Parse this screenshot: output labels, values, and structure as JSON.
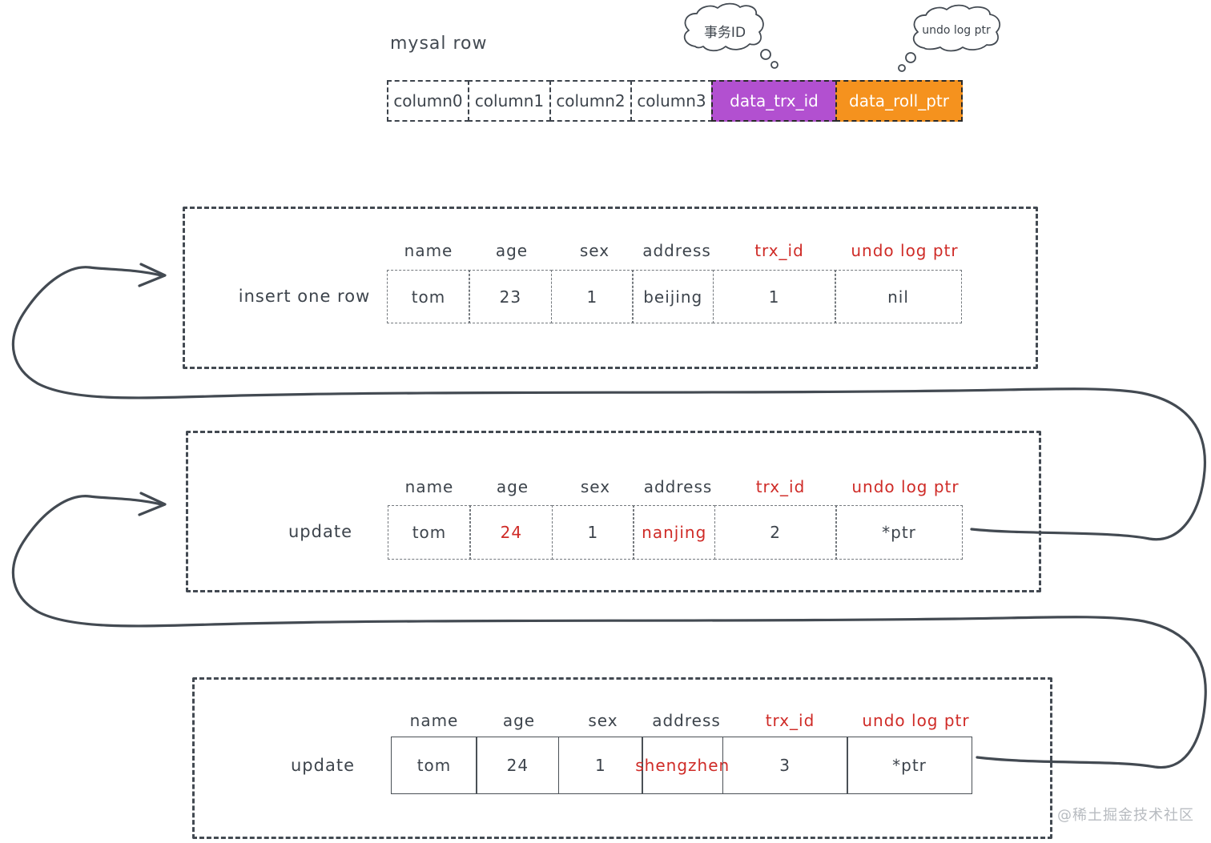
{
  "top": {
    "label": "mysal row",
    "bubbles": [
      {
        "text": "事务ID"
      },
      {
        "text": "undo log ptr"
      }
    ],
    "columns": [
      "column0",
      "column1",
      "column2",
      "column3"
    ],
    "special": [
      {
        "text": "data_trx_id",
        "color": "#b250d0"
      },
      {
        "text": "data_roll_ptr",
        "color": "#f5921e"
      }
    ]
  },
  "headers": [
    {
      "text": "name",
      "red": false
    },
    {
      "text": "age",
      "red": false
    },
    {
      "text": "sex",
      "red": false
    },
    {
      "text": "address",
      "red": false
    },
    {
      "text": "trx_id",
      "red": true
    },
    {
      "text": "undo log ptr",
      "red": true
    }
  ],
  "versions": [
    {
      "label": "insert one row",
      "cells": [
        {
          "value": "tom",
          "red": false
        },
        {
          "value": "23",
          "red": false
        },
        {
          "value": "1",
          "red": false
        },
        {
          "value": "beijing",
          "red": false
        },
        {
          "value": "1",
          "red": false
        },
        {
          "value": "nil",
          "red": false
        }
      ]
    },
    {
      "label": "update",
      "cells": [
        {
          "value": "tom",
          "red": false
        },
        {
          "value": "24",
          "red": true
        },
        {
          "value": "1",
          "red": false
        },
        {
          "value": "nanjing",
          "red": true
        },
        {
          "value": "2",
          "red": false
        },
        {
          "value": "*ptr",
          "red": false
        }
      ]
    },
    {
      "label": "update",
      "cells": [
        {
          "value": "tom",
          "red": false
        },
        {
          "value": "24",
          "red": false
        },
        {
          "value": "1",
          "red": false
        },
        {
          "value": "shengzhen",
          "red": true
        },
        {
          "value": "3",
          "red": false
        },
        {
          "value": "*ptr",
          "red": false
        }
      ]
    }
  ],
  "colors": {
    "ink": "#434a52",
    "highlight_red": "#cf2b27",
    "trx_purple": "#b250d0",
    "roll_orange": "#f5921e"
  },
  "watermark": "@稀土掘金技术社区"
}
